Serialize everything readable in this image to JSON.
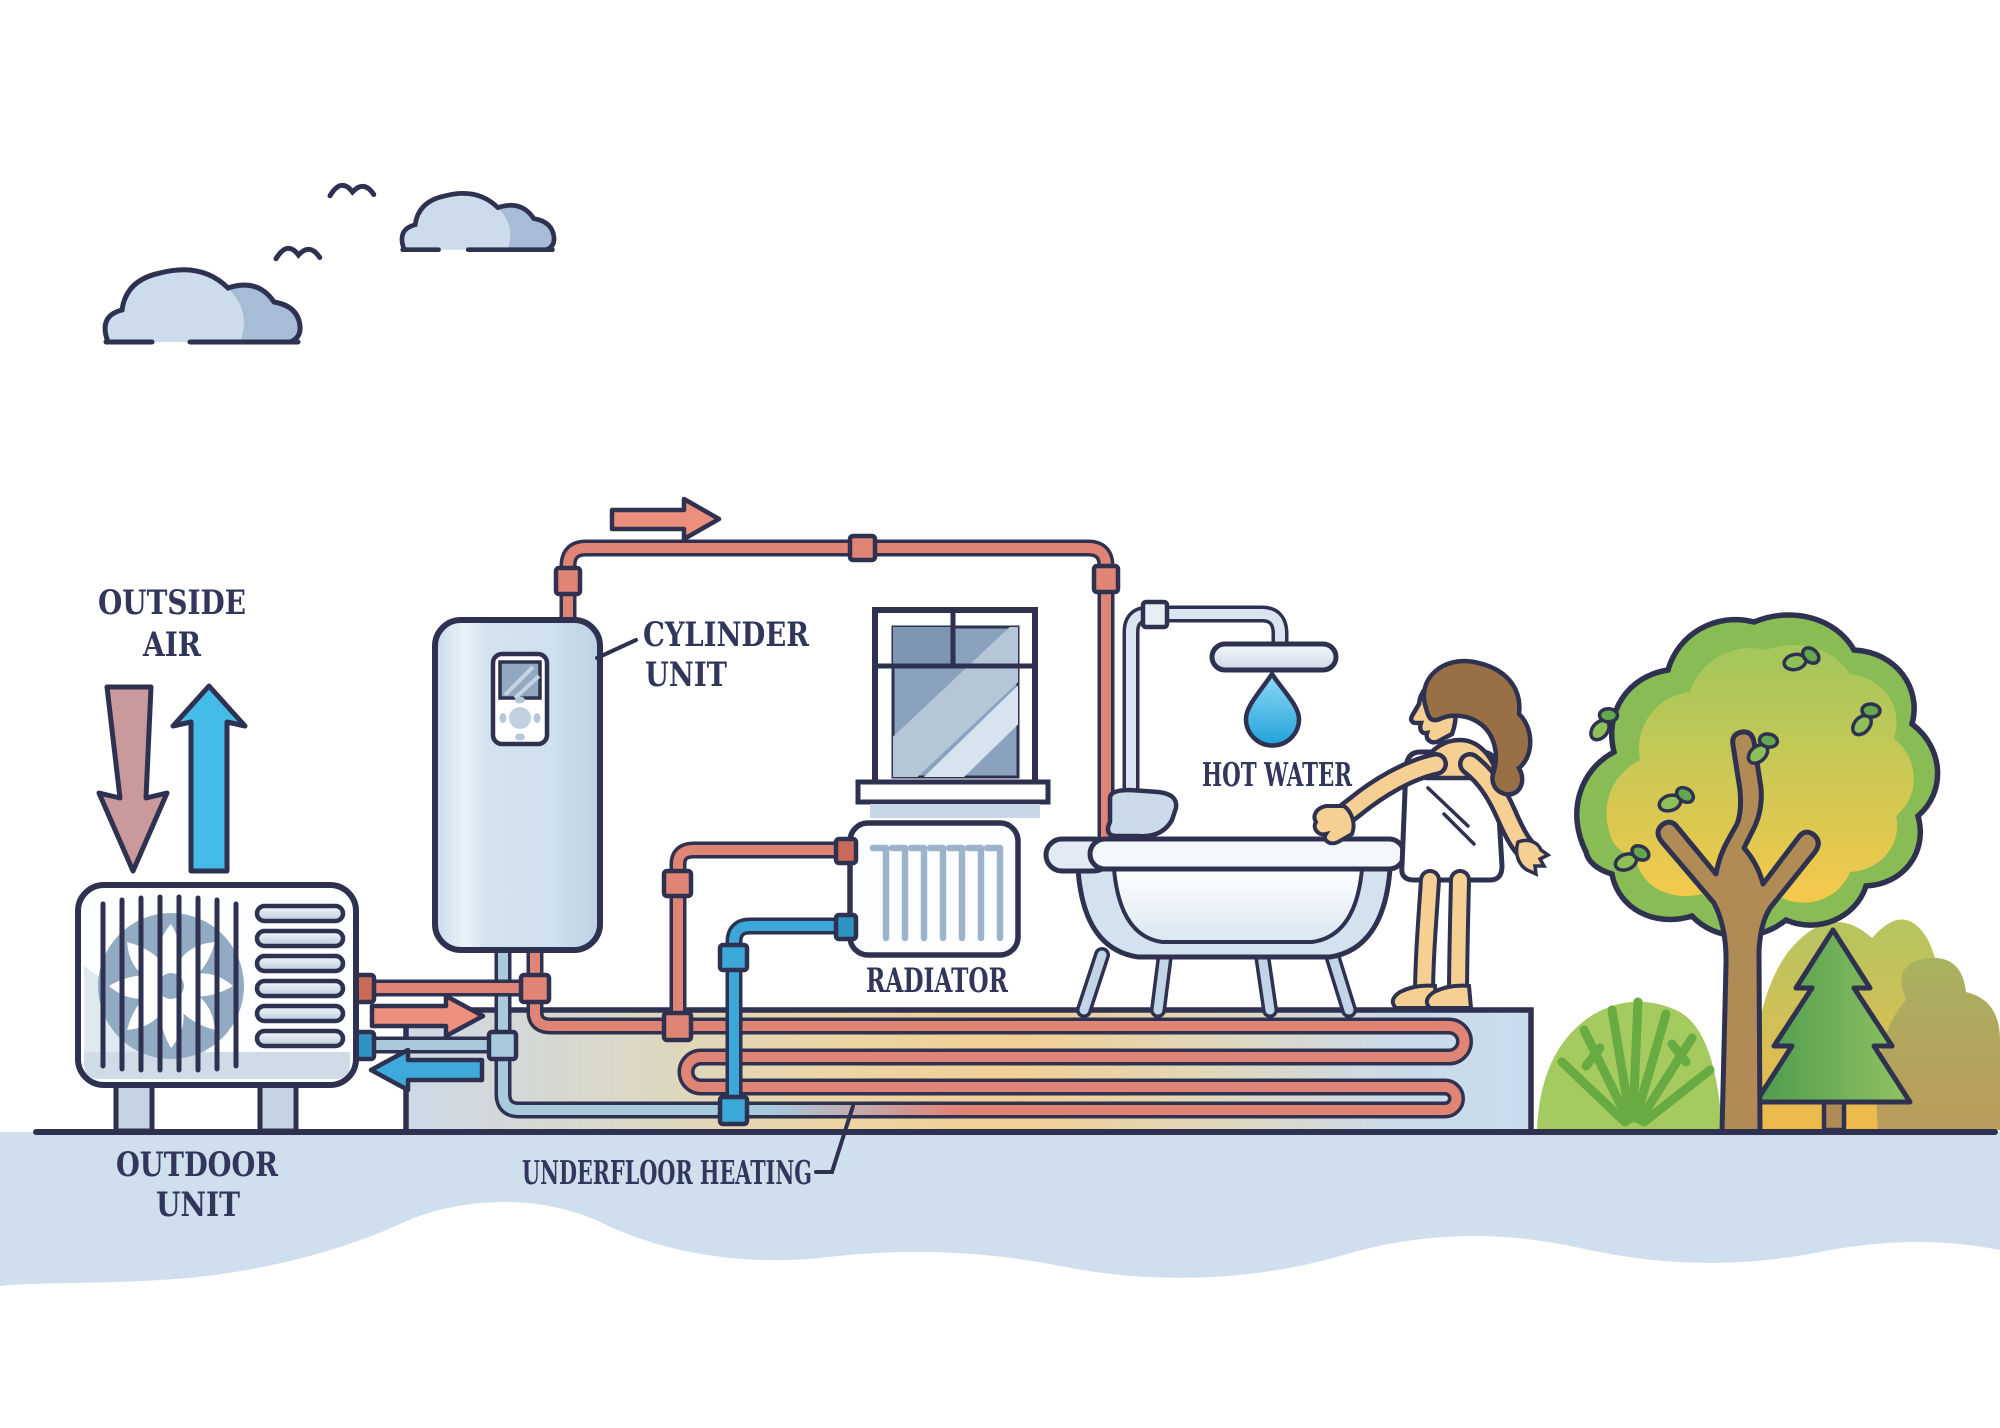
{
  "labels": {
    "outside_air": {
      "line1": "OUTSIDE",
      "line2": "AIR"
    },
    "cylinder_unit": {
      "line1": "CYLINDER",
      "line2": "UNIT"
    },
    "hot_water": "HOT WATER",
    "radiator": "RADIATOR",
    "outdoor_unit": {
      "line1": "OUTDOOR",
      "line2": "UNIT"
    },
    "underfloor_heating": "UNDERFLOOR HEATING"
  },
  "palette": {
    "outline": "#2e3250",
    "label_text": "#32365a",
    "hot_pipe": "#e08576",
    "cold_pipe": "#a9cadd",
    "return_pipe": "#3ba8d9",
    "warm_air_arrow": "#c9999c",
    "cool_air_arrow": "#45bce8",
    "flow_arrow_hot": "#ec8f7d",
    "flow_arrow_cold": "#3eaadc",
    "ground": "#cfdfee",
    "slab_warm": "#f2cf94",
    "tree_green": "#8abc55",
    "tree_yellow": "#edc84e",
    "skin": "#f5d092",
    "hair": "#997046"
  }
}
